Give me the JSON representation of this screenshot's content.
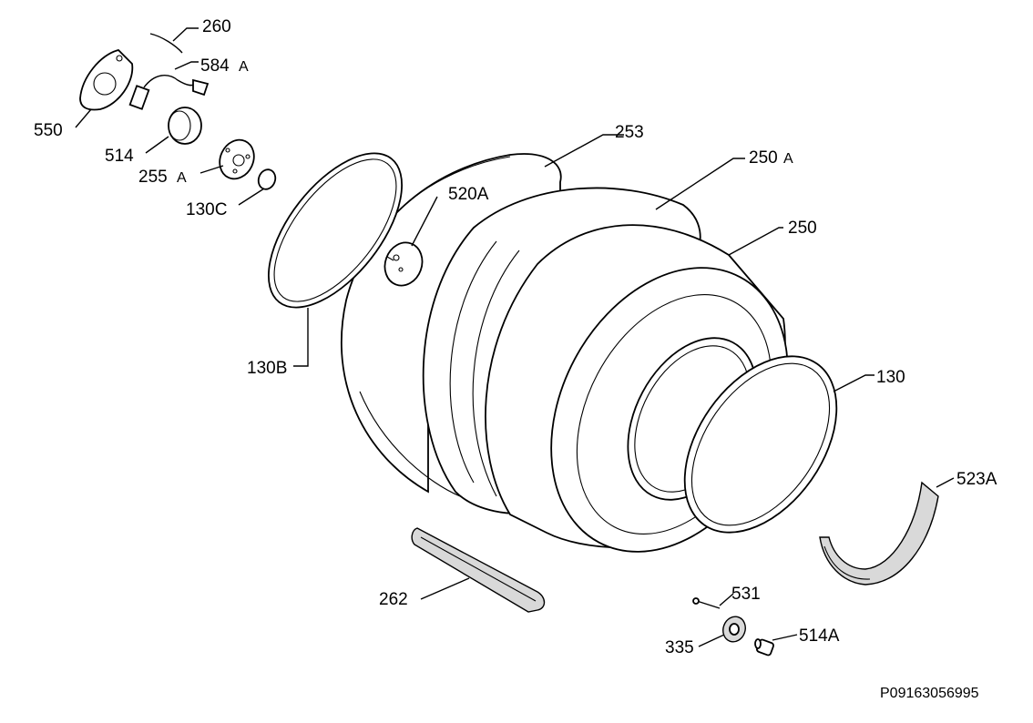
{
  "parts": {
    "p260": "260",
    "p584a": "584",
    "p584a_suffix": "A",
    "p550": "550",
    "p514": "514",
    "p255a": "255",
    "p255a_suffix": "A",
    "p130c": "130C",
    "p520a": "520A",
    "p253": "253",
    "p250a": "250",
    "p250a_suffix": "A",
    "p250": "250",
    "p130b": "130B",
    "p130": "130",
    "p523a": "523A",
    "p262": "262",
    "p531": "531",
    "p335": "335",
    "p514a": "514A"
  },
  "reference": "P09163056995",
  "colors": {
    "line": "#000000",
    "background": "#ffffff",
    "shade": "#d9d9d9"
  }
}
